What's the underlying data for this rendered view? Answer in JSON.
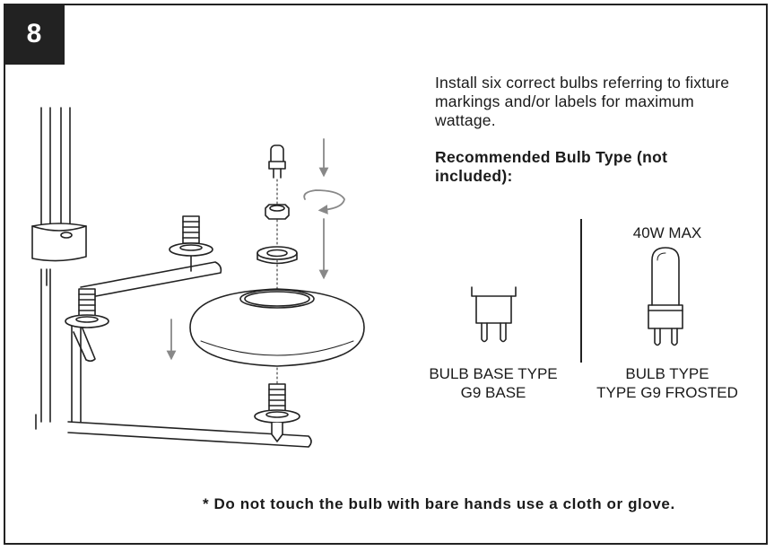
{
  "step": {
    "number": "8"
  },
  "instructions": {
    "install_text": "Install six correct bulbs referring to fixture markings and/or labels for maximum wattage.",
    "recommended_heading": "Recommended Bulb Type (not included):"
  },
  "bulb_base": {
    "line1": "BULB BASE TYPE",
    "line2": "G9 BASE"
  },
  "bulb_type": {
    "max_label": "40W MAX",
    "line1": "BULB TYPE",
    "line2": "TYPE G9 FROSTED"
  },
  "warning": {
    "text": "* Do not touch the bulb with bare hands use a cloth or glove."
  }
}
